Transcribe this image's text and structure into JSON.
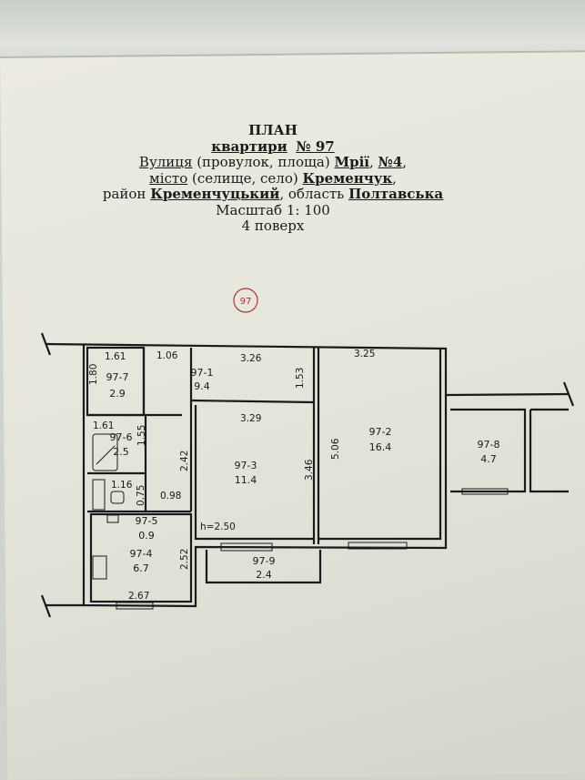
{
  "header": {
    "title": "ПЛАН",
    "subtitle_prefix": "квартири",
    "apartment_no": "№ 97",
    "street_label": "Вулиця",
    "street_types": "(провулок, площа)",
    "street_name": "Мрії",
    "house_no": "№4",
    "city_label": "місто",
    "city_types": "(селище, село)",
    "city_name": "Кременчук",
    "district_label": "район",
    "district_name": "Кременчуцький",
    "region_label": "область",
    "region_name": "Полтавська",
    "scale": "Масштаб 1: 100",
    "floor": "4 поверх"
  },
  "plan": {
    "apartment_circle": "97",
    "rooms": [
      {
        "id": "97-7",
        "area": "2.9"
      },
      {
        "id": "97-1",
        "area": "9.4"
      },
      {
        "id": "97-2",
        "area": "16.4"
      },
      {
        "id": "97-6",
        "area": "2.5"
      },
      {
        "id": "97-3",
        "area": "11.4"
      },
      {
        "id": "97-8",
        "area": "4.7"
      },
      {
        "id": "97-5",
        "area": "0.9"
      },
      {
        "id": "97-4",
        "area": "6.7"
      },
      {
        "id": "97-9",
        "area": "2.4"
      }
    ],
    "dimensions": {
      "r7_w": "1.61",
      "r7_h": "1.80",
      "r1_w": "3.26",
      "r1_left": "1.06",
      "r1_h": "1.53",
      "r2_w": "3.25",
      "r2_h": "5.06",
      "r6_w": "1.61",
      "r6_h": "1.55",
      "r3_w": "3.29",
      "r3_h": "3.46",
      "corr_h": "2.42",
      "r5_w": "1.16",
      "r5_h": "0.75",
      "r5_d": "0.98",
      "r4_h": "2.52",
      "r4_w": "2.67"
    },
    "ceiling_height": "h=2.50"
  }
}
